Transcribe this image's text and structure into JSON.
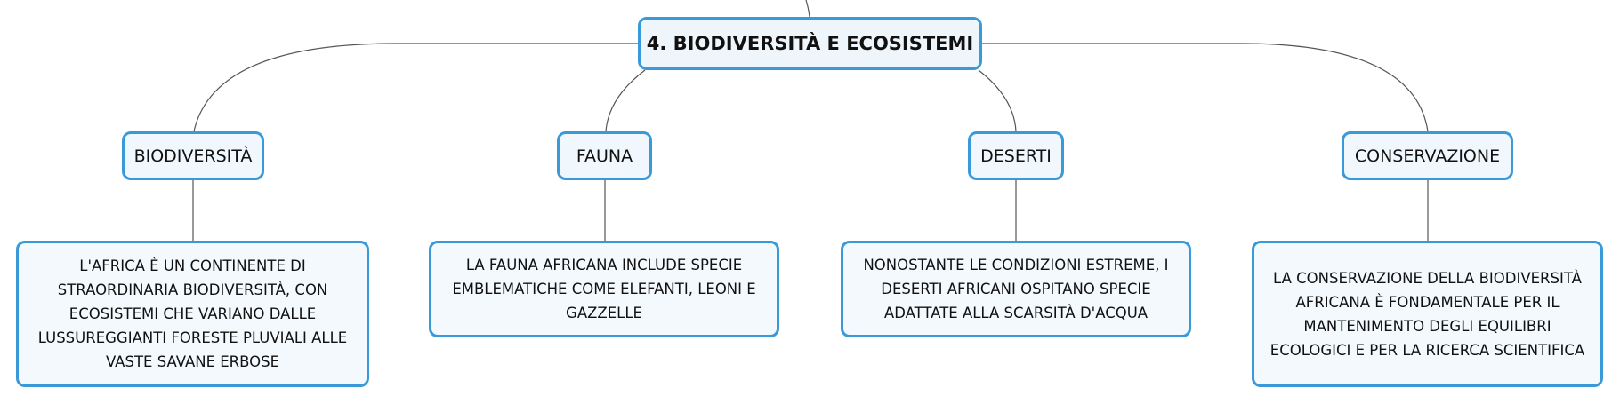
{
  "diagram": {
    "root": {
      "label": "4. BIODIVERSITÀ E ECOSISTEMI"
    },
    "branches": [
      {
        "label": "BIODIVERSITÀ",
        "detail": "L'AFRICA È UN CONTINENTE DI STRAORDINARIA BIODIVERSITÀ, CON ECOSISTEMI CHE VARIANO DALLE LUSSUREGGIANTI FORESTE PLUVIALI ALLE VASTE SAVANE ERBOSE"
      },
      {
        "label": "FAUNA",
        "detail": "LA FAUNA AFRICANA INCLUDE SPECIE EMBLEMATICHE COME ELEFANTI, LEONI E GAZZELLE"
      },
      {
        "label": "DESERTI",
        "detail": "NONOSTANTE LE CONDIZIONI ESTREME, I DESERTI AFRICANI OSPITANO SPECIE ADATTATE ALLA SCARSITÀ D'ACQUA"
      },
      {
        "label": "CONSERVAZIONE",
        "detail": "LA CONSERVAZIONE DELLA BIODIVERSITÀ AFRICANA È FONDAMENTALE PER IL MANTENIMENTO DEGLI EQUILIBRI ECOLOGICI E PER LA RICERCA SCIENTIFICA"
      }
    ]
  },
  "colors": {
    "node_border": "#3a9ad9",
    "node_fill": "#eef6fc",
    "connector": "#555555",
    "text": "#111111"
  }
}
